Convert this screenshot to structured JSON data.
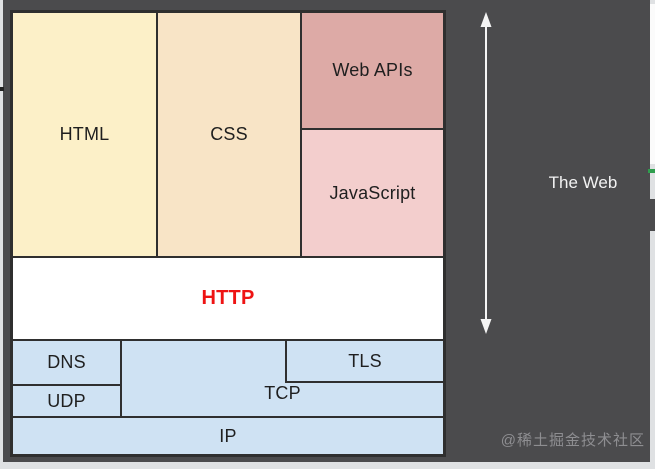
{
  "slide": {
    "panel_bg": "#4b4b4d",
    "border_color": "#2f2f2f",
    "page_edge_color": "#dfe1e3"
  },
  "stack": {
    "html": {
      "label": "HTML",
      "fill": "#fcf0c8"
    },
    "css": {
      "label": "CSS",
      "fill": "#f8e4c6"
    },
    "web_apis": {
      "label": "Web APIs",
      "fill": "#ddaaa6"
    },
    "javascript": {
      "label": "JavaScript",
      "fill": "#f3cecd"
    },
    "http": {
      "label": "HTTP",
      "fill": "#ffffff",
      "text_color": "#ee1313"
    },
    "dns": {
      "label": "DNS",
      "fill": "#cfe2f3"
    },
    "udp": {
      "label": "UDP",
      "fill": "#cfe2f3"
    },
    "tls": {
      "label": "TLS",
      "fill": "#cfe2f3"
    },
    "tcp": {
      "label": "TCP",
      "fill": "#cfe2f3"
    },
    "ip": {
      "label": "IP",
      "fill": "#cfe2f3"
    }
  },
  "side": {
    "label": "The Web",
    "text_color": "#f2f2f2",
    "arrow_color": "#f5f5f5"
  },
  "watermark": {
    "text": "@稀土掘金技术社区",
    "color": "#9a9a9e"
  },
  "accents": {
    "green_dash": "#2f9e4e"
  }
}
